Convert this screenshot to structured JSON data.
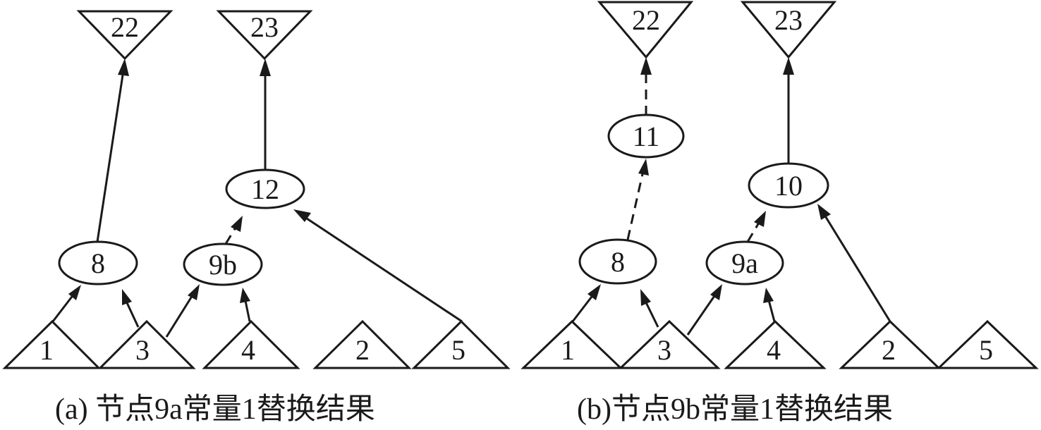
{
  "colors": {
    "stroke": "#1a1a1a",
    "fill": "#ffffff",
    "background": "#ffffff"
  },
  "panels": [
    {
      "id": "a",
      "caption": "(a) 节点9a常量1替换结果",
      "nodes": {
        "t22": "22",
        "t23": "23",
        "n8": "8",
        "n9b": "9b",
        "n12": "12",
        "b1": "1",
        "b3": "3",
        "b4": "4",
        "b2": "2",
        "b5": "5"
      },
      "edges": [
        {
          "from": "b1",
          "to": "n8",
          "style": "solid"
        },
        {
          "from": "b3",
          "to": "n8",
          "style": "solid"
        },
        {
          "from": "b3",
          "to": "n9b",
          "style": "solid"
        },
        {
          "from": "b4",
          "to": "n9b",
          "style": "solid"
        },
        {
          "from": "n9b",
          "to": "n12",
          "style": "dashed"
        },
        {
          "from": "b5",
          "to": "n12",
          "style": "solid"
        },
        {
          "from": "n8",
          "to": "t22",
          "style": "solid"
        },
        {
          "from": "n12",
          "to": "t23",
          "style": "solid"
        }
      ]
    },
    {
      "id": "b",
      "caption": "(b)节点9b常量1替换结果",
      "nodes": {
        "t22": "22",
        "t23": "23",
        "n11": "11",
        "n10": "10",
        "n8": "8",
        "n9a": "9a",
        "b1": "1",
        "b3": "3",
        "b4": "4",
        "b2": "2",
        "b5": "5"
      },
      "edges": [
        {
          "from": "b1",
          "to": "n8",
          "style": "solid"
        },
        {
          "from": "b3",
          "to": "n8",
          "style": "solid"
        },
        {
          "from": "b3",
          "to": "n9a",
          "style": "solid"
        },
        {
          "from": "b4",
          "to": "n9a",
          "style": "solid"
        },
        {
          "from": "n9a",
          "to": "n10",
          "style": "dashed"
        },
        {
          "from": "b2",
          "to": "n10",
          "style": "solid"
        },
        {
          "from": "n8",
          "to": "n11",
          "style": "dashed"
        },
        {
          "from": "n11",
          "to": "t22",
          "style": "dashed"
        },
        {
          "from": "n10",
          "to": "t23",
          "style": "solid"
        }
      ]
    }
  ]
}
